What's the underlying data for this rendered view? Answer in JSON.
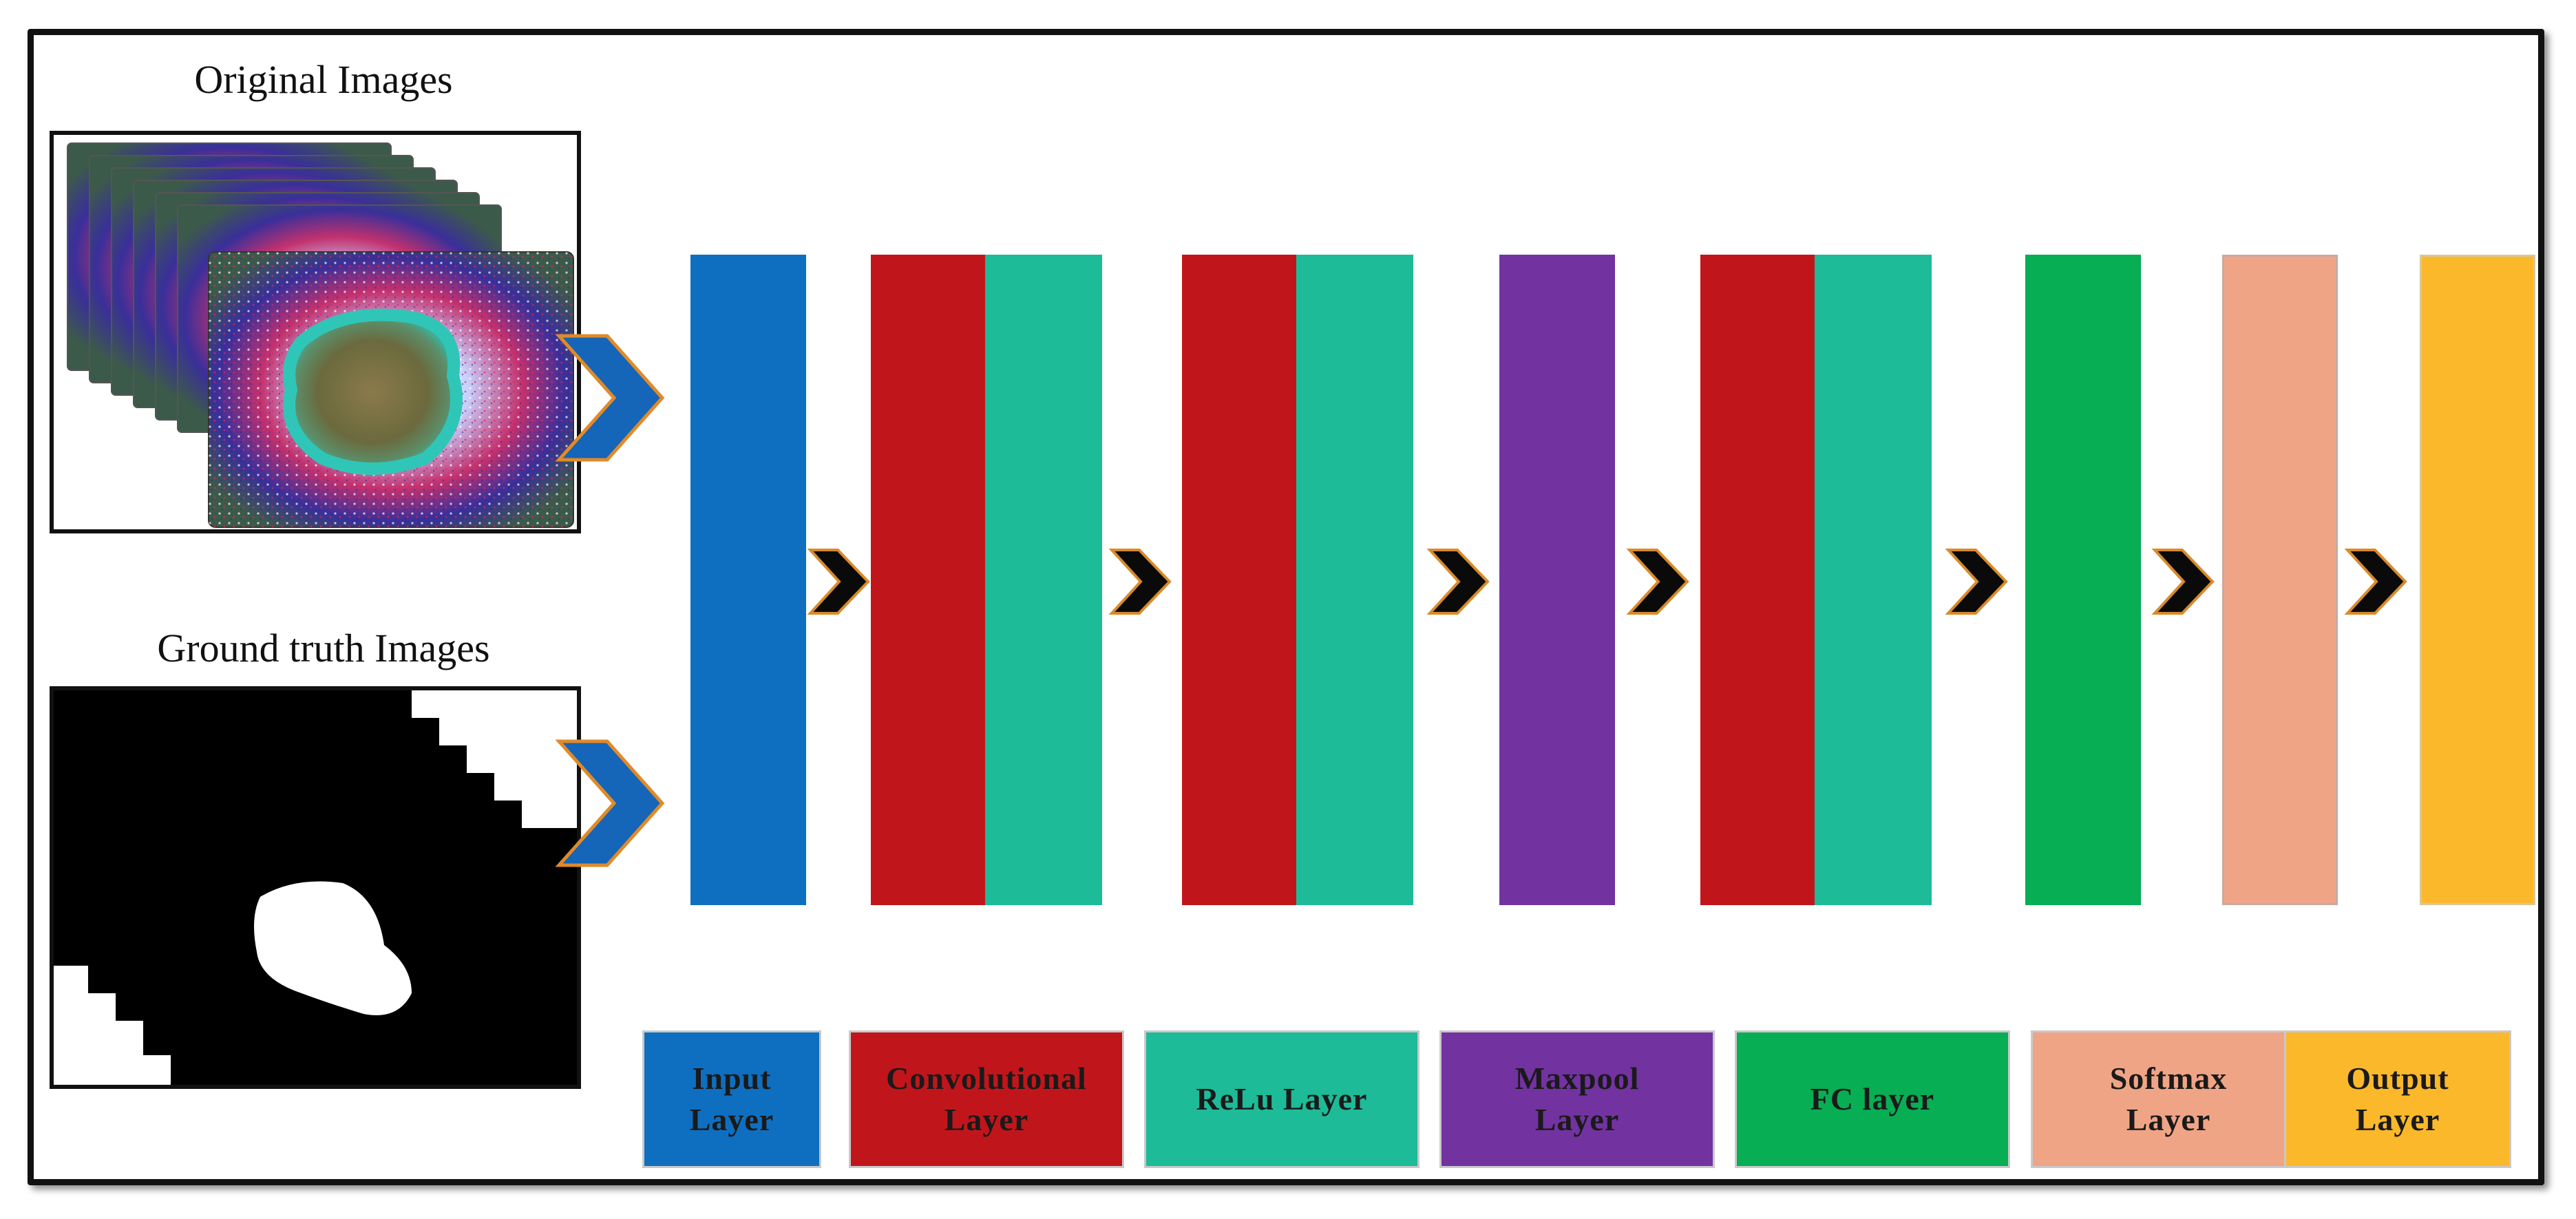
{
  "captions": {
    "original": "Original Images",
    "ground_truth": "Ground truth Images"
  },
  "legend": [
    {
      "key": "input",
      "label": "Input\nLayer",
      "bg": "#0e6fc0",
      "fg": "#1a1a1a"
    },
    {
      "key": "conv",
      "label": "Convolutional\nLayer",
      "bg": "#c0161b",
      "fg": "#1a1a1a"
    },
    {
      "key": "relu",
      "label": "ReLu Layer",
      "bg": "#1dbb98",
      "fg": "#1a1a1a"
    },
    {
      "key": "maxpool",
      "label": "Maxpool\nLayer",
      "bg": "#7232a0",
      "fg": "#1a1a1a"
    },
    {
      "key": "fc",
      "label": "FC layer",
      "bg": "#07ae54",
      "fg": "#1a1a1a"
    },
    {
      "key": "softmax",
      "label": "Softmax\nLayer",
      "bg": "#f0a486",
      "fg": "#1a1a1a"
    },
    {
      "key": "output",
      "label": "Output\nLayer",
      "bg": "#fbb82a",
      "fg": "#1a1a1a"
    }
  ],
  "pipeline": [
    "input",
    "conv",
    "relu",
    "conv",
    "relu",
    "maxpool",
    "conv",
    "relu",
    "fc",
    "softmax",
    "output"
  ],
  "colors": {
    "input_arrow": "#1565b8",
    "input_arrow_edge": "#e08a2a",
    "chevron": "#0a0a0a",
    "chevron_edge": "#d98a2a"
  }
}
